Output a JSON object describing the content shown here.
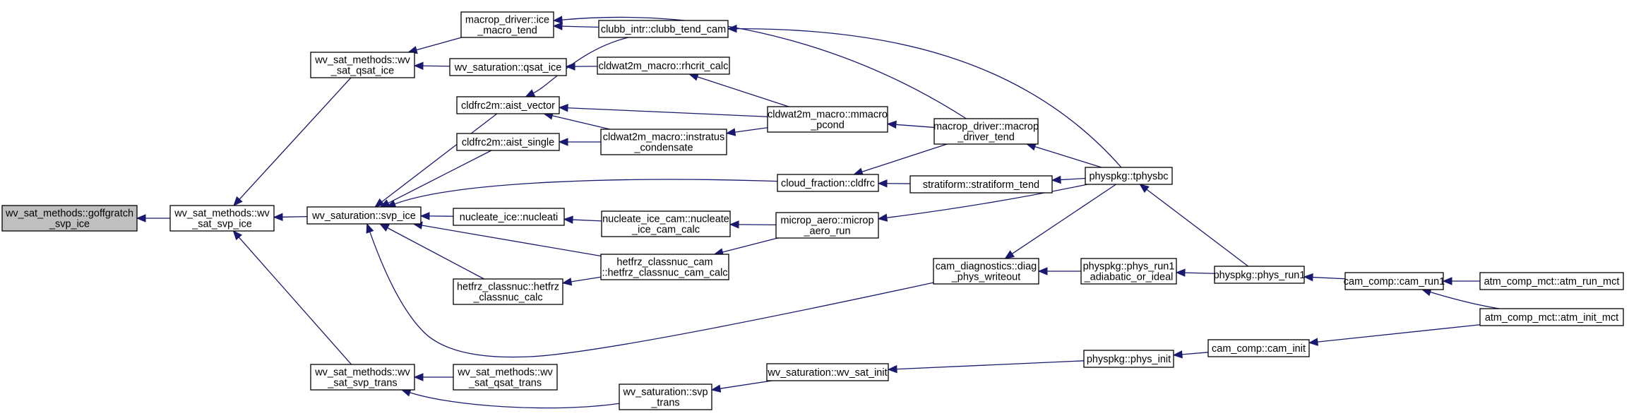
{
  "colors": {
    "edge": "#191970",
    "root_fill": "#bfbfbf",
    "node_fill": "#ffffff",
    "border": "#000000"
  },
  "nodes": [
    {
      "id": "goffgratch_svp_ice",
      "lines": [
        "wv_sat_methods::goffgratch",
        "_svp_ice"
      ],
      "root": true
    },
    {
      "id": "wsm_wv_sat_svp_ice",
      "lines": [
        "wv_sat_methods::wv",
        "_sat_svp_ice"
      ]
    },
    {
      "id": "wsm_wv_sat_qsat_ice",
      "lines": [
        "wv_sat_methods::wv",
        "_sat_qsat_ice"
      ]
    },
    {
      "id": "wsat_svp_ice",
      "lines": [
        "wv_saturation::svp_ice"
      ]
    },
    {
      "id": "wsm_wv_sat_svp_trans",
      "lines": [
        "wv_sat_methods::wv",
        "_sat_svp_trans"
      ]
    },
    {
      "id": "macrop_ice_macro_tend",
      "lines": [
        "macrop_driver::ice",
        "_macro_tend"
      ]
    },
    {
      "id": "wsat_qsat_ice",
      "lines": [
        "wv_saturation::qsat_ice"
      ]
    },
    {
      "id": "cldfrc2m_aist_vector",
      "lines": [
        "cldfrc2m::aist_vector"
      ]
    },
    {
      "id": "cldfrc2m_aist_single",
      "lines": [
        "cldfrc2m::aist_single"
      ]
    },
    {
      "id": "nucleate_ice_nucleati",
      "lines": [
        "nucleate_ice::nucleati"
      ]
    },
    {
      "id": "hetfrz_classnuc_calc",
      "lines": [
        "hetfrz_classnuc::hetfrz",
        "_classnuc_calc"
      ]
    },
    {
      "id": "wsm_wv_sat_qsat_trans",
      "lines": [
        "wv_sat_methods::wv",
        "_sat_qsat_trans"
      ]
    },
    {
      "id": "wsat_svp_trans",
      "lines": [
        "wv_saturation::svp",
        "_trans"
      ]
    },
    {
      "id": "clubb_tend_cam",
      "lines": [
        "clubb_intr::clubb_tend_cam"
      ]
    },
    {
      "id": "rhcrit_calc",
      "lines": [
        "cldwat2m_macro::rhcrit_calc"
      ]
    },
    {
      "id": "instratus_condensate",
      "lines": [
        "cldwat2m_macro::instratus",
        "_condensate"
      ]
    },
    {
      "id": "nucleate_ice_cam_calc",
      "lines": [
        "nucleate_ice_cam::nucleate",
        "_ice_cam_calc"
      ]
    },
    {
      "id": "hetfrz_classnuc_cam_calc",
      "lines": [
        "hetfrz_classnuc_cam",
        "::hetfrz_classnuc_cam_calc"
      ]
    },
    {
      "id": "cloud_fraction_cldfrc",
      "lines": [
        "cloud_fraction::cldfrc"
      ]
    },
    {
      "id": "mmacro_pcond",
      "lines": [
        "cldwat2m_macro::mmacro",
        "_pcond"
      ]
    },
    {
      "id": "microp_aero_run",
      "lines": [
        "microp_aero::microp",
        "_aero_run"
      ]
    },
    {
      "id": "wv_sat_init",
      "lines": [
        "wv_saturation::wv_sat_init"
      ]
    },
    {
      "id": "macrop_driver_tend",
      "lines": [
        "macrop_driver::macrop",
        "_driver_tend"
      ]
    },
    {
      "id": "stratiform_tend",
      "lines": [
        "stratiform::stratiform_tend"
      ]
    },
    {
      "id": "diag_phys_writeout",
      "lines": [
        "cam_diagnostics::diag",
        "_phys_writeout"
      ]
    },
    {
      "id": "physpkg_tphysbc",
      "lines": [
        "physpkg::tphysbc"
      ]
    },
    {
      "id": "phys_run1_adiabatic",
      "lines": [
        "physpkg::phys_run1",
        "_adiabatic_or_ideal"
      ]
    },
    {
      "id": "physpkg_phys_init",
      "lines": [
        "physpkg::phys_init"
      ]
    },
    {
      "id": "physpkg_phys_run1",
      "lines": [
        "physpkg::phys_run1"
      ]
    },
    {
      "id": "cam_init",
      "lines": [
        "cam_comp::cam_init"
      ]
    },
    {
      "id": "cam_run1",
      "lines": [
        "cam_comp::cam_run1"
      ]
    },
    {
      "id": "atm_run_mct",
      "lines": [
        "atm_comp_mct::atm_run_mct"
      ]
    },
    {
      "id": "atm_init_mct",
      "lines": [
        "atm_comp_mct::atm_init_mct"
      ]
    }
  ],
  "edges": [
    {
      "from": "wsm_wv_sat_svp_ice",
      "to": "goffgratch_svp_ice"
    },
    {
      "from": "wsm_wv_sat_qsat_ice",
      "to": "wsm_wv_sat_svp_ice"
    },
    {
      "from": "wsat_svp_ice",
      "to": "wsm_wv_sat_svp_ice"
    },
    {
      "from": "wsm_wv_sat_svp_trans",
      "to": "wsm_wv_sat_svp_ice"
    },
    {
      "from": "macrop_ice_macro_tend",
      "to": "wsm_wv_sat_qsat_ice"
    },
    {
      "from": "wsat_qsat_ice",
      "to": "wsm_wv_sat_qsat_ice"
    },
    {
      "from": "cldfrc2m_aist_vector",
      "to": "wsat_svp_ice"
    },
    {
      "from": "cldfrc2m_aist_single",
      "to": "wsat_svp_ice"
    },
    {
      "from": "nucleate_ice_nucleati",
      "to": "wsat_svp_ice"
    },
    {
      "from": "hetfrz_classnuc_calc",
      "to": "wsat_svp_ice"
    },
    {
      "from": "hetfrz_classnuc_cam_calc",
      "to": "wsat_svp_ice"
    },
    {
      "from": "cloud_fraction_cldfrc",
      "to": "wsat_svp_ice"
    },
    {
      "from": "diag_phys_writeout",
      "to": "wsat_svp_ice"
    },
    {
      "from": "wsm_wv_sat_qsat_trans",
      "to": "wsm_wv_sat_svp_trans"
    },
    {
      "from": "wsat_svp_trans",
      "to": "wsm_wv_sat_svp_trans"
    },
    {
      "from": "clubb_tend_cam",
      "to": "macrop_ice_macro_tend"
    },
    {
      "from": "macrop_driver_tend",
      "to": "macrop_ice_macro_tend"
    },
    {
      "from": "rhcrit_calc",
      "to": "wsat_qsat_ice"
    },
    {
      "from": "clubb_tend_cam",
      "to": "cldfrc2m_aist_vector"
    },
    {
      "from": "mmacro_pcond",
      "to": "cldfrc2m_aist_vector"
    },
    {
      "from": "instratus_condensate",
      "to": "cldfrc2m_aist_vector"
    },
    {
      "from": "instratus_condensate",
      "to": "cldfrc2m_aist_single"
    },
    {
      "from": "nucleate_ice_cam_calc",
      "to": "nucleate_ice_nucleati"
    },
    {
      "from": "hetfrz_classnuc_cam_calc",
      "to": "hetfrz_classnuc_calc"
    },
    {
      "from": "wv_sat_init",
      "to": "wsat_svp_trans"
    },
    {
      "from": "physpkg_tphysbc",
      "to": "clubb_tend_cam"
    },
    {
      "from": "mmacro_pcond",
      "to": "rhcrit_calc"
    },
    {
      "from": "mmacro_pcond",
      "to": "instratus_condensate"
    },
    {
      "from": "microp_aero_run",
      "to": "nucleate_ice_cam_calc"
    },
    {
      "from": "microp_aero_run",
      "to": "hetfrz_classnuc_cam_calc"
    },
    {
      "from": "macrop_driver_tend",
      "to": "cloud_fraction_cldfrc"
    },
    {
      "from": "stratiform_tend",
      "to": "cloud_fraction_cldfrc"
    },
    {
      "from": "macrop_driver_tend",
      "to": "mmacro_pcond"
    },
    {
      "from": "physpkg_tphysbc",
      "to": "microp_aero_run"
    },
    {
      "from": "physpkg_phys_init",
      "to": "wv_sat_init"
    },
    {
      "from": "physpkg_tphysbc",
      "to": "macrop_driver_tend"
    },
    {
      "from": "physpkg_tphysbc",
      "to": "stratiform_tend"
    },
    {
      "from": "physpkg_tphysbc",
      "to": "diag_phys_writeout"
    },
    {
      "from": "phys_run1_adiabatic",
      "to": "diag_phys_writeout"
    },
    {
      "from": "physpkg_phys_run1",
      "to": "physpkg_tphysbc"
    },
    {
      "from": "physpkg_phys_run1",
      "to": "phys_run1_adiabatic"
    },
    {
      "from": "cam_init",
      "to": "physpkg_phys_init"
    },
    {
      "from": "cam_run1",
      "to": "physpkg_phys_run1"
    },
    {
      "from": "atm_init_mct",
      "to": "cam_init"
    },
    {
      "from": "atm_run_mct",
      "to": "cam_run1"
    },
    {
      "from": "atm_init_mct",
      "to": "cam_run1"
    }
  ]
}
